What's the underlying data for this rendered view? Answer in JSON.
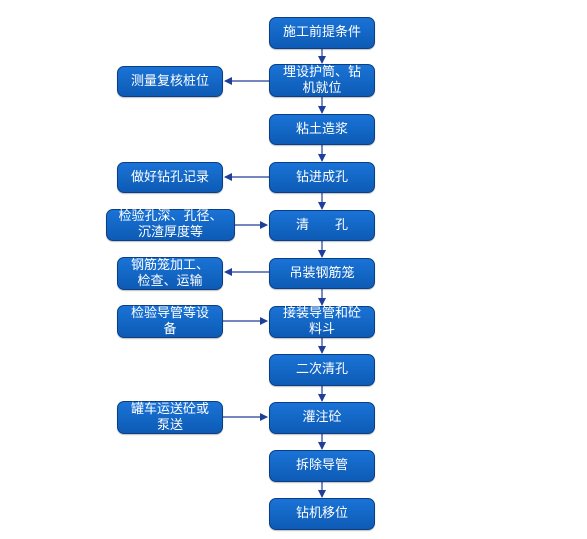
{
  "flowchart": {
    "main_steps": [
      "施工前提条件",
      "埋设护筒、钻\n机就位",
      "粘土造浆",
      "钻进成孔",
      "清　　孔",
      "吊装钢筋笼",
      "接装导管和砼\n料斗",
      "二次清孔",
      "灌注砼",
      "拆除导管",
      "钻机移位"
    ],
    "side_notes": [
      "测量复核桩位",
      "做好钻孔记录",
      "检验孔深、孔径、\n沉渣厚度等",
      "钢筋笼加工、\n检查、运输",
      "检验导管等设\n备",
      "罐车运送砼或\n泵送"
    ]
  }
}
